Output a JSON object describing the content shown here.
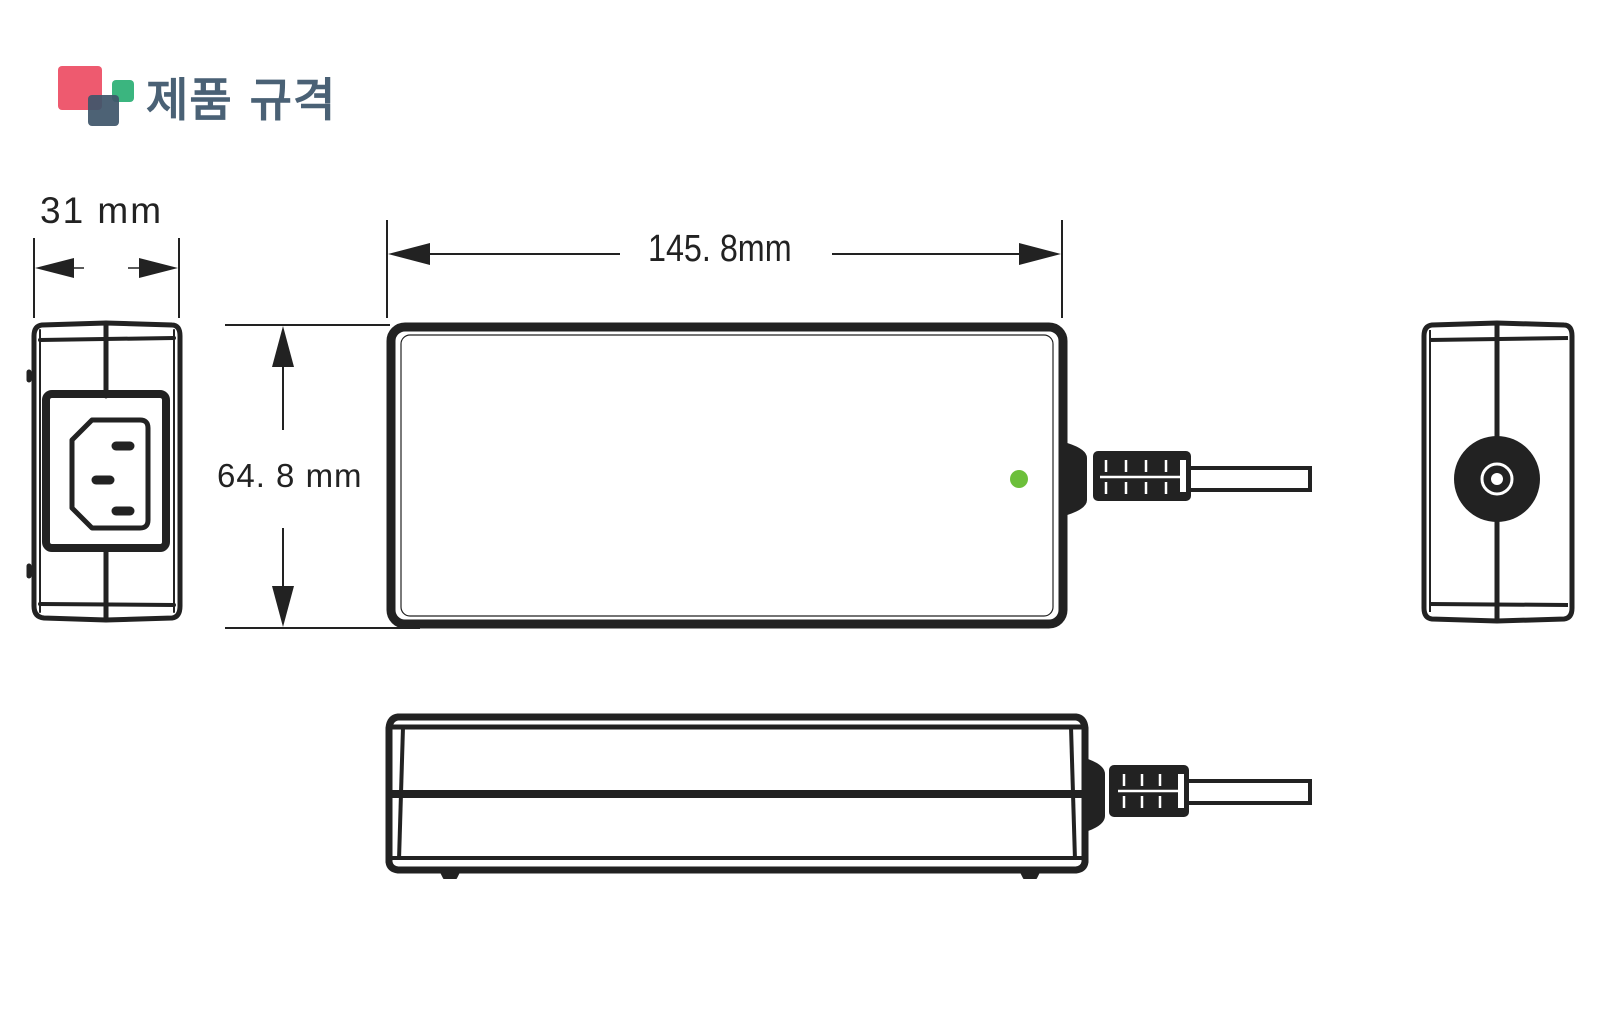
{
  "header": {
    "title": "제품 규격",
    "logo_colors": {
      "red": "#ee5a6f",
      "green": "#3bb57f",
      "slate": "#3f566a"
    },
    "title_color": "#4a6175"
  },
  "dimensions": {
    "depth": "31 mm",
    "length": "145. 8mm",
    "height": "64. 8 mm"
  },
  "views": [
    {
      "name": "input-end-view",
      "feature": "IEC C14 inlet"
    },
    {
      "name": "top-view",
      "feature": "LED indicator + DC output cable"
    },
    {
      "name": "output-end-view",
      "feature": "DC cable grommet"
    },
    {
      "name": "side-view",
      "feature": "DC output cable"
    }
  ],
  "colors": {
    "line": "#222222",
    "led": "#6cbf3a"
  }
}
